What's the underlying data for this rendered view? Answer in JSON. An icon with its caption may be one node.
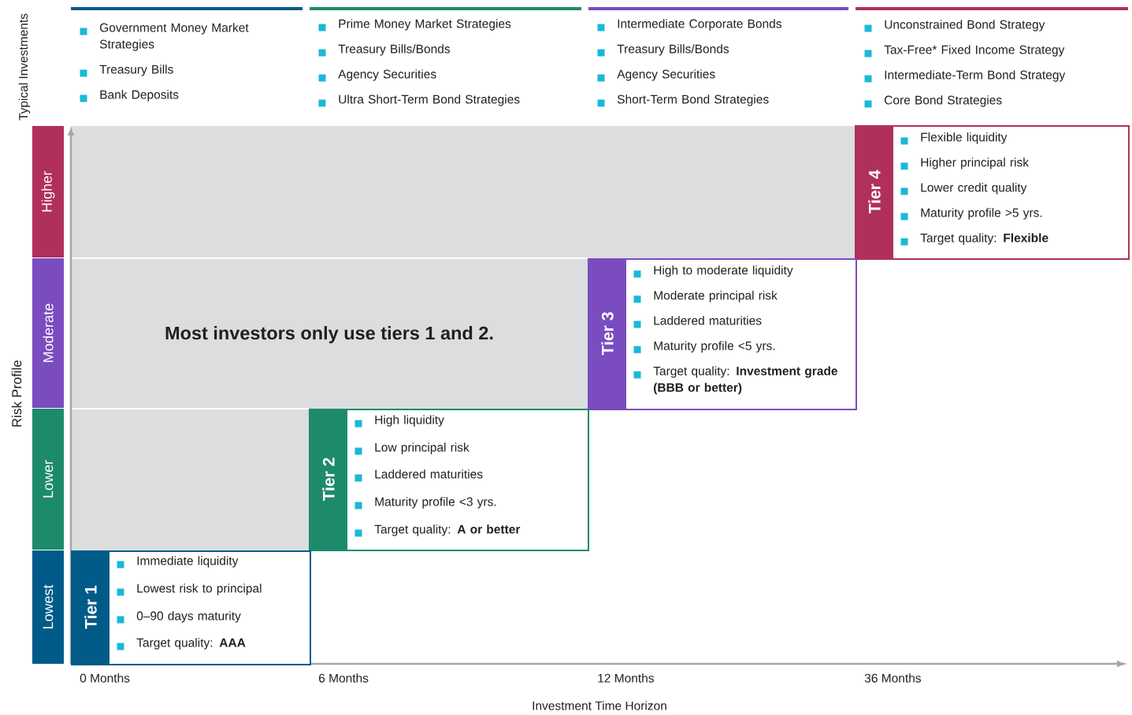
{
  "diagram": {
    "nodes": [
      {
        "text": [
          "Higher"
        ]
      },
      {
        "text": [
          "Moderate"
        ]
      },
      {
        "text": [
          "Lower"
        ]
      },
      {
        "text": [
          "Lowest"
        ]
      },
      {
        "text": [
          "Most investors only use tiers 1 and 2."
        ]
      },
      {
        "text": [
          "Tier 4",
          "Flexible liquidity",
          "Higher principal risk",
          "Lower credit quality",
          "Maturity profile >5 yrs.",
          "Target quality: **Flexible**"
        ]
      },
      {
        "text": [
          "Tier 3",
          "High to moderate liquidity",
          "Moderate principal risk",
          "Laddered maturities",
          "Maturity profile <5 yrs.",
          "Target quality: **Investment grade (BBB or better)**"
        ]
      },
      {
        "text": [
          "Tier 2",
          "High liquidity",
          "Low principal risk",
          "Laddered maturities",
          "Maturity profile <3 yrs.",
          "Target quality: **A or better**"
        ]
      },
      {
        "text": [
          "Tier 1",
          "Immediate liquidity",
          "Lowest risk to principal",
          "0–90 days maturity",
          "Target quality: **AAA**"
        ]
      }
    ],
    "labels": [
      "Typical Investments",
      "Government Money Market Strategies",
      "Treasury Bills",
      "Bank Deposits",
      "Prime Money Market Strategies",
      "Treasury Bills/Bonds",
      "Agency Securities",
      "Ultra Short-Term Bond Strategies",
      "Intermediate Corporate Bonds",
      "Treasury Bills/Bonds",
      "Agency Securities",
      "Short-Term Bond Strategies",
      "Unconstrained Bond Strategy",
      "Tax-Free* Fixed Income Strategy",
      "Intermediate-Term Bond Strategy",
      "Core Bond Strategies",
      "Risk Profile",
      "0 Months",
      "6 Months",
      "12 Months",
      "36 Months",
      "Investment Time Horizon"
    ]
  }
}
